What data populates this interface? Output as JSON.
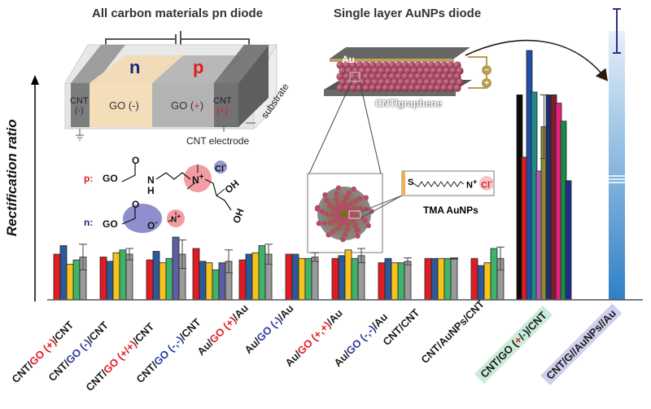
{
  "titles": {
    "left": "All carbon materials pn diode",
    "right": "Single layer AuNPs diode"
  },
  "y_axis_label": "Rectification ratio",
  "pn_diagram": {
    "n_label": "n",
    "p_label": "p",
    "cnt_left": "CNT",
    "cnt_left_sign": "(-)",
    "go_left": "GO (",
    "go_left_sign": "-",
    "go_right": "GO (",
    "go_right_sign": "+",
    "cnt_right": "CNT",
    "cnt_right_sign": "(+)",
    "substrate": "substrate",
    "electrode": "CNT electrode"
  },
  "chemistry": {
    "p_prefix": "p:",
    "n_prefix": "n:",
    "go": "GO",
    "cl": "Cl",
    "oh": "OH",
    "n_plus": "N",
    "nh": "N",
    "h": "H",
    "o": "O"
  },
  "aunp_diagram": {
    "au": "Au",
    "cnt_graphene": "CNT/graphene",
    "minus": "−",
    "plus": "+",
    "ligand_s": "S",
    "ligand_n": "N",
    "ligand_cl": "Cl",
    "tma": "TMA AuNPs"
  },
  "colors": {
    "red": "#e01b22",
    "blue": "#2b5a9a",
    "yellow": "#f7c21c",
    "green": "#3fb36a",
    "gray": "#9a9a9a",
    "purple": "#5d5ea3",
    "navy": "#2a2f8a"
  },
  "chart_data": {
    "type": "bar",
    "ylabel": "Rectification ratio",
    "note": "Relative bar heights (arbitrary units, small groups approx. 0-1 scale; last group axis broken)",
    "categories": [
      "CNT/GO (+)/CNT",
      "CNT/GO (-)/CNT",
      "CNT/GO (+/+)/CNT",
      "CNT/GO (-,-)/CNT",
      "Au/GO (+)/Au",
      "Au/GO (-)/Au",
      "Au/GO (+,+)/Au",
      "Au/GO (-,-)/Au",
      "CNT/CNT",
      "CNT/AuNPs/CNT",
      "CNT/GO (+/-)/CNT",
      "CNT/G//AuNPs//Au"
    ],
    "label_parts": [
      [
        [
          "CNT/",
          "k"
        ],
        [
          "GO (+)",
          "r"
        ],
        [
          "/CNT",
          "k"
        ]
      ],
      [
        [
          "CNT/",
          "k"
        ],
        [
          "GO (-)",
          "b"
        ],
        [
          "/CNT",
          "k"
        ]
      ],
      [
        [
          "CNT/",
          "k"
        ],
        [
          "GO (+/+)",
          "r"
        ],
        [
          "/CNT",
          "k"
        ]
      ],
      [
        [
          "CNT/",
          "k"
        ],
        [
          "GO (-,-)",
          "b"
        ],
        [
          "/CNT",
          "k"
        ]
      ],
      [
        [
          "Au/",
          "k"
        ],
        [
          "GO (+)",
          "r"
        ],
        [
          "/Au",
          "k"
        ]
      ],
      [
        [
          "Au/",
          "k"
        ],
        [
          "GO (-)",
          "b"
        ],
        [
          "/Au",
          "k"
        ]
      ],
      [
        [
          "Au/",
          "k"
        ],
        [
          "GO (+,+)",
          "r"
        ],
        [
          "/Au",
          "k"
        ]
      ],
      [
        [
          "Au/",
          "k"
        ],
        [
          "GO (-,-)",
          "b"
        ],
        [
          "/Au",
          "k"
        ]
      ],
      [
        [
          "CNT/CNT",
          "k"
        ]
      ],
      [
        [
          "CNT/AuNPs/CNT",
          "k"
        ]
      ],
      [
        [
          "CNT/GO (",
          "k"
        ],
        [
          "+",
          "r"
        ],
        [
          "/",
          "k"
        ],
        [
          "-",
          "b"
        ],
        [
          ")/CNT",
          "k"
        ]
      ],
      [
        [
          "CNT/G//AuNPs//Au",
          "k"
        ]
      ]
    ],
    "groups": [
      {
        "bars": [
          {
            "c": "#e01b22",
            "v": 1.6
          },
          {
            "c": "#2b5a9a",
            "v": 1.9
          },
          {
            "c": "#f7c21c",
            "v": 1.25
          },
          {
            "c": "#3fb36a",
            "v": 1.4
          },
          {
            "c": "#9a9a9a",
            "v": 1.5,
            "err": 0.45
          }
        ]
      },
      {
        "bars": [
          {
            "c": "#e01b22",
            "v": 1.5
          },
          {
            "c": "#2b5a9a",
            "v": 1.35
          },
          {
            "c": "#f7c21c",
            "v": 1.65
          },
          {
            "c": "#3fb36a",
            "v": 1.75
          },
          {
            "c": "#9a9a9a",
            "v": 1.6,
            "err": 0.2
          }
        ]
      },
      {
        "bars": [
          {
            "c": "#e01b22",
            "v": 1.4
          },
          {
            "c": "#2b5a9a",
            "v": 1.7
          },
          {
            "c": "#f7c21c",
            "v": 1.3
          },
          {
            "c": "#3fb36a",
            "v": 1.45
          },
          {
            "c": "#5d5ea3",
            "v": 2.2
          },
          {
            "c": "#9a9a9a",
            "v": 1.6,
            "err": 0.5
          }
        ]
      },
      {
        "bars": [
          {
            "c": "#e01b22",
            "v": 1.8
          },
          {
            "c": "#2b5a9a",
            "v": 1.35
          },
          {
            "c": "#f7c21c",
            "v": 1.3
          },
          {
            "c": "#3fb36a",
            "v": 1.05
          },
          {
            "c": "#5d5ea3",
            "v": 1.3
          },
          {
            "c": "#9a9a9a",
            "v": 1.35,
            "err": 0.4
          }
        ]
      },
      {
        "bars": [
          {
            "c": "#e01b22",
            "v": 1.4
          },
          {
            "c": "#2b5a9a",
            "v": 1.6
          },
          {
            "c": "#f7c21c",
            "v": 1.65
          },
          {
            "c": "#3fb36a",
            "v": 1.9
          },
          {
            "c": "#9a9a9a",
            "v": 1.6,
            "err": 0.35
          }
        ]
      },
      {
        "bars": [
          {
            "c": "#e01b22",
            "v": 1.6
          },
          {
            "c": "#2b5a9a",
            "v": 1.6
          },
          {
            "c": "#f7c21c",
            "v": 1.45
          },
          {
            "c": "#3fb36a",
            "v": 1.45
          },
          {
            "c": "#9a9a9a",
            "v": 1.5,
            "err": 0.15
          }
        ]
      },
      {
        "bars": [
          {
            "c": "#e01b22",
            "v": 1.45
          },
          {
            "c": "#2b5a9a",
            "v": 1.55
          },
          {
            "c": "#f7c21c",
            "v": 1.75
          },
          {
            "c": "#3fb36a",
            "v": 1.45
          },
          {
            "c": "#9a9a9a",
            "v": 1.55,
            "err": 0.25
          }
        ]
      },
      {
        "bars": [
          {
            "c": "#e01b22",
            "v": 1.3
          },
          {
            "c": "#2b5a9a",
            "v": 1.45
          },
          {
            "c": "#f7c21c",
            "v": 1.3
          },
          {
            "c": "#3fb36a",
            "v": 1.3
          },
          {
            "c": "#9a9a9a",
            "v": 1.35,
            "err": 0.12
          }
        ]
      },
      {
        "bars": [
          {
            "c": "#e01b22",
            "v": 1.45
          },
          {
            "c": "#2b5a9a",
            "v": 1.45
          },
          {
            "c": "#f7c21c",
            "v": 1.45
          },
          {
            "c": "#3fb36a",
            "v": 1.45
          },
          {
            "c": "#9a9a9a",
            "v": 1.45,
            "err": 0.02
          }
        ]
      },
      {
        "bars": [
          {
            "c": "#e01b22",
            "v": 1.45
          },
          {
            "c": "#2b5a9a",
            "v": 1.2
          },
          {
            "c": "#f7c21c",
            "v": 1.3
          },
          {
            "c": "#3fb36a",
            "v": 1.8
          },
          {
            "c": "#9a9a9a",
            "v": 1.45,
            "err": 0.4
          }
        ]
      },
      {
        "bars": [
          {
            "c": "#0a0a0a",
            "v": 14.8
          },
          {
            "c": "#e01b22",
            "v": 10.3
          },
          {
            "c": "#1f4fa5",
            "v": 18.0
          },
          {
            "c": "#1f8a87",
            "v": 15.0
          },
          {
            "c": "#b45bb0",
            "v": 9.3
          },
          {
            "c": "#8a8b30",
            "v": 12.5,
            "err": 2.3
          },
          {
            "c": "#1e2f6b",
            "v": 14.8
          },
          {
            "c": "#7e1d2c",
            "v": 14.8
          },
          {
            "c": "#e7217f",
            "v": 14.2
          },
          {
            "c": "#1a8a45",
            "v": 12.9
          },
          {
            "c": "#1d2f86",
            "v": 8.6
          }
        ]
      },
      {
        "bars": [
          {
            "c": "gradient-blue",
            "v": 22.0,
            "err": 1.8,
            "broken": true
          }
        ]
      }
    ]
  }
}
